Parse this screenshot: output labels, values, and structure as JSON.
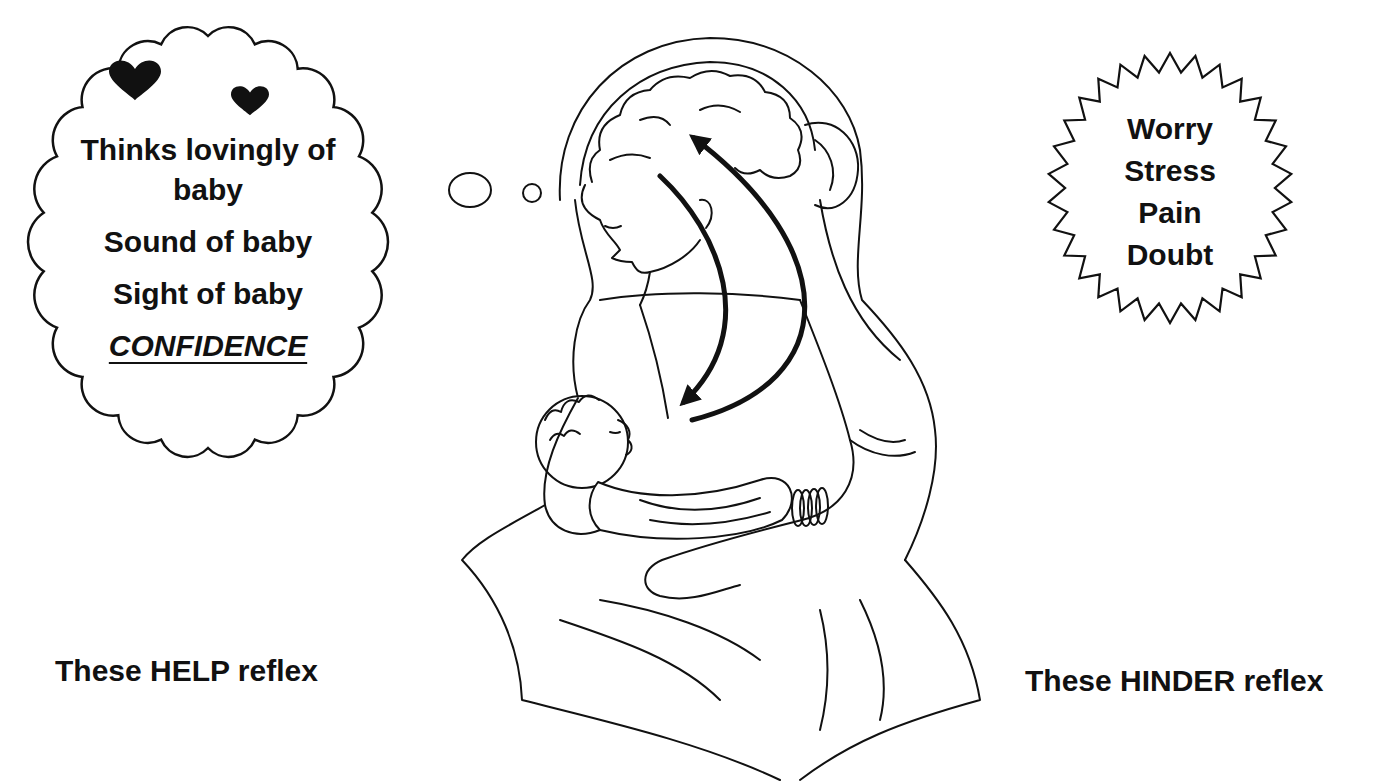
{
  "diagram": {
    "nodes": [
      {
        "text": [
          "Thinks lovingly of baby",
          "Sound of baby",
          "Sight of baby",
          "CONFIDENCE"
        ]
      },
      {
        "text": [
          "Worry",
          "Stress",
          "Pain",
          "Doubt"
        ]
      }
    ],
    "labels": [
      "These HELP reflex",
      "These HINDER reflex"
    ]
  }
}
